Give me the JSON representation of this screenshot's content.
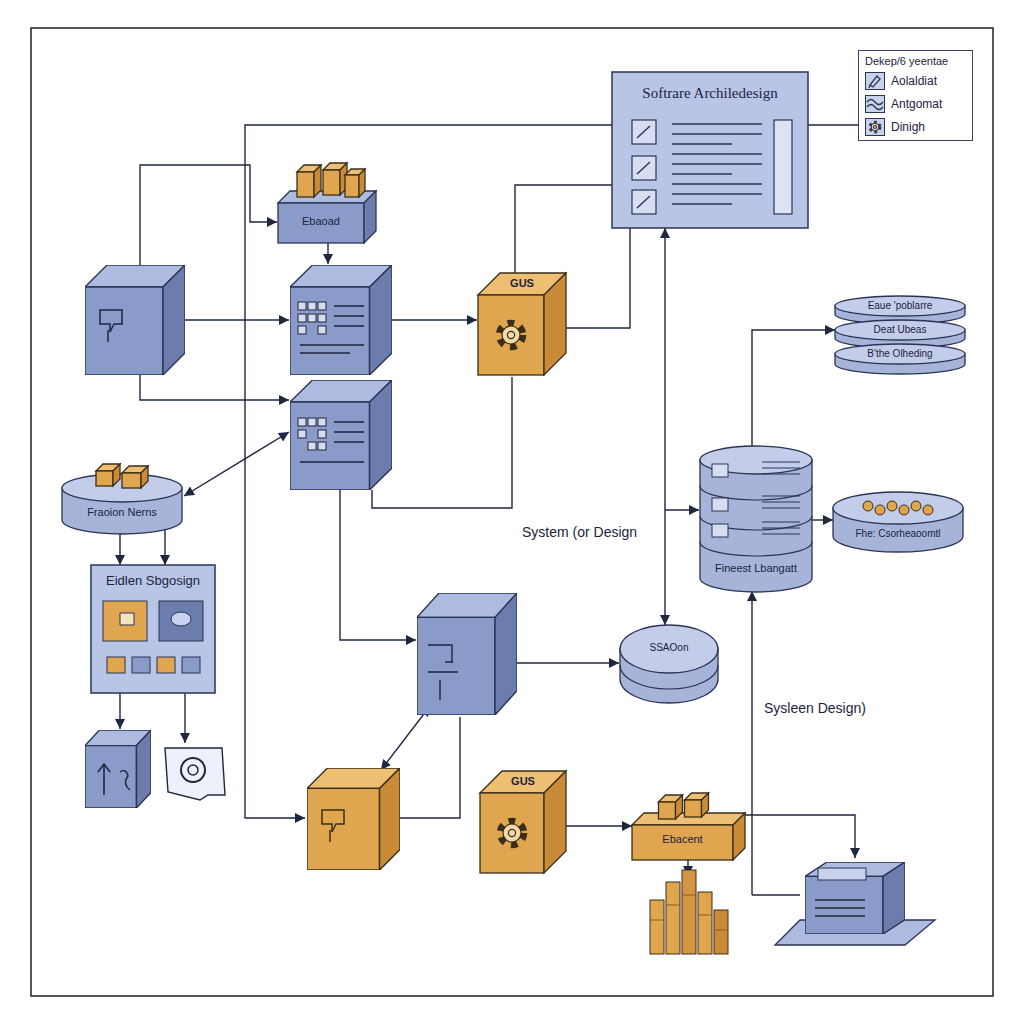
{
  "diagram": {
    "nodes": [
      {
        "text": [
          "Ebaoad"
        ]
      },
      {
        "text": [
          "Softrare Archiledesign"
        ]
      },
      {
        "text": [
          "GUS"
        ]
      },
      {
        "text": [
          "Eaue 'poblarre"
        ]
      },
      {
        "text": [
          "Deat Ubeas"
        ]
      },
      {
        "text": [
          "B'the Olheding"
        ]
      },
      {
        "text": [
          "Fraoion Nerns"
        ]
      },
      {
        "text": [
          "Eidlen Sbgosign"
        ]
      },
      {
        "text": [
          "Fineest Lbangatt"
        ]
      },
      {
        "text": [
          "Fhe: Csorheaoomtl"
        ]
      },
      {
        "text": [
          "SSAOon"
        ]
      },
      {
        "text": [
          "GUS"
        ]
      },
      {
        "text": [
          "Ebacent"
        ]
      }
    ],
    "edges": [
      {
        "from": 2,
        "to": 1,
        "arrow": "none"
      },
      {
        "from": 2,
        "to": 1,
        "arrow": "none"
      },
      {
        "from": 1,
        "to": 10,
        "arrow": "both"
      },
      {
        "from": 6,
        "to": 7,
        "arrow": "to"
      },
      {
        "from": 6,
        "to": 7,
        "arrow": "to"
      },
      {
        "from": 8,
        "to": 4,
        "arrow": "to"
      },
      {
        "from": 8,
        "to": 9,
        "arrow": "to"
      },
      {
        "from": 11,
        "to": 12,
        "arrow": "to"
      }
    ],
    "labels": [
      "Dekep/6 yeentae",
      "System (or Design",
      "Sysleen Design)"
    ],
    "legend": [
      {
        "text": "Aolaldiat"
      },
      {
        "text": "Antgomat"
      },
      {
        "text": "Dinigh"
      }
    ]
  }
}
